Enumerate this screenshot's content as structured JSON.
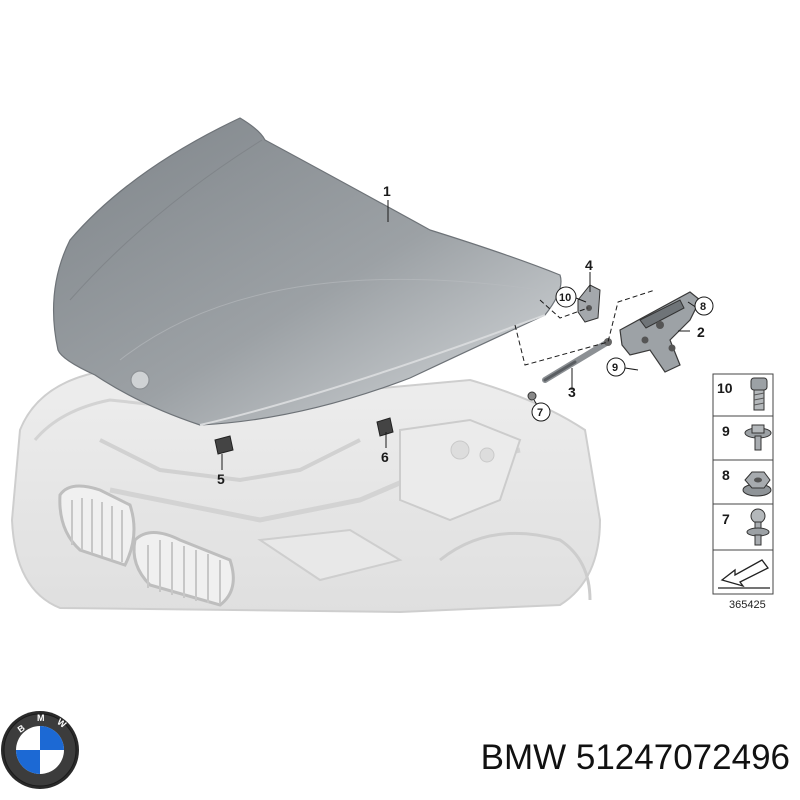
{
  "diagram": {
    "callouts": [
      "1",
      "2",
      "3",
      "4",
      "5",
      "6",
      "7",
      "8",
      "9",
      "10"
    ],
    "legend": [
      "10",
      "9",
      "8",
      "7"
    ],
    "diagram_number": "365425"
  },
  "footer": {
    "brand": "BMW",
    "part_number": "51247072496",
    "logo_icon": "bmw-roundel-icon"
  },
  "colors": {
    "hood": "#8e9397",
    "car_ghost": "#e4e4e4",
    "line": "#222222",
    "bmw_blue": "#1c69d4"
  }
}
